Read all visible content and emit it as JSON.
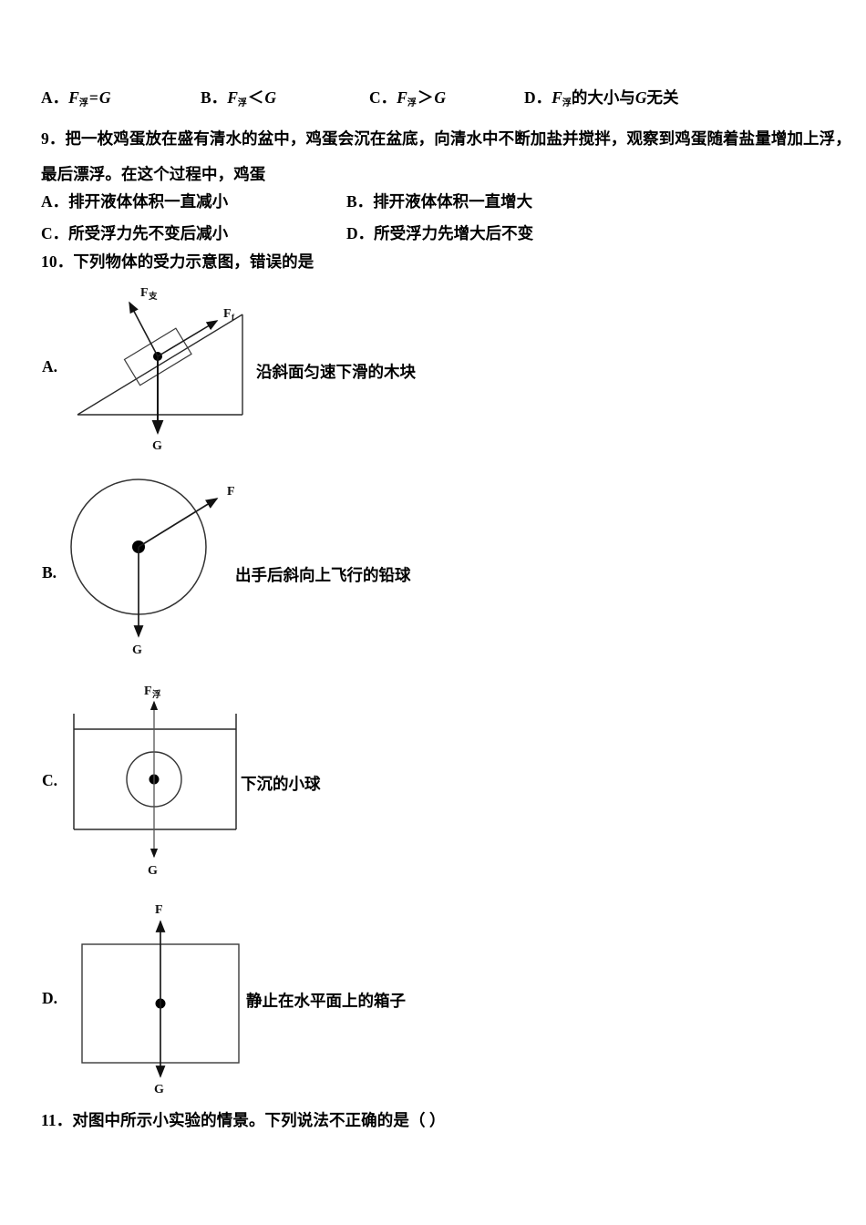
{
  "document": {
    "type": "physics-exam-paper",
    "language": "zh-CN"
  },
  "q8_options": {
    "a": {
      "letter": "A．",
      "f": "F",
      "sub": "浮",
      "rel": "=",
      "g": "G"
    },
    "b": {
      "letter": "B．",
      "f": "F",
      "sub": "浮",
      "rel": "＜",
      "g": "G"
    },
    "c": {
      "letter": "C．",
      "f": "F",
      "sub": "浮",
      "rel": "＞",
      "g": "G"
    },
    "d": {
      "letter": "D．",
      "f": "F",
      "sub": "浮",
      "tail": "的大小与",
      "g": "G",
      "tail2": "无关"
    }
  },
  "q9": {
    "number": "9．",
    "stem_line1": "把一枚鸡蛋放在盛有清水的盆中，鸡蛋会沉在盆底，向清水中不断加盐并搅拌，观察到鸡蛋随着盐量增加上浮，",
    "stem_line2": "最后漂浮。在这个过程中，鸡蛋",
    "options": [
      {
        "letter": "A．",
        "text": "排开液体体积一直减小"
      },
      {
        "letter": "B．",
        "text": "排开液体体积一直增大"
      },
      {
        "letter": "C．",
        "text": "所受浮力先不变后减小"
      },
      {
        "letter": "D．",
        "text": "所受浮力先增大后不变"
      }
    ]
  },
  "q10": {
    "number": "10．",
    "stem": "下列物体的受力示意图，错误的是",
    "choices": [
      {
        "letter": "A.",
        "caption": "沿斜面匀速下滑的木块",
        "labels": {
          "normal": "F",
          "normal_sub": "支",
          "friction": "F",
          "friction_sub": "f",
          "gravity": "G"
        },
        "scene": "inclined-plane-block"
      },
      {
        "letter": "B.",
        "caption": "出手后斜向上飞行的铅球",
        "labels": {
          "applied": "F",
          "gravity": "G"
        },
        "scene": "shot-put-ball"
      },
      {
        "letter": "C.",
        "caption": "下沉的小球",
        "labels": {
          "buoyancy": "F",
          "buoyancy_sub": "浮",
          "gravity": "G"
        },
        "scene": "sinking-ball-in-liquid"
      },
      {
        "letter": "D.",
        "caption": "静止在水平面上的箱子",
        "labels": {
          "support": "F",
          "gravity": "G"
        },
        "scene": "box-at-rest"
      }
    ]
  },
  "q11": {
    "number": "11．",
    "stem": "对图中所示小实验的情景。下列说法不正确的是（        ）"
  },
  "colors": {
    "ink": "#000000",
    "line": "#2a2a2a",
    "thin_line": "#555555",
    "paper": "#ffffff"
  }
}
